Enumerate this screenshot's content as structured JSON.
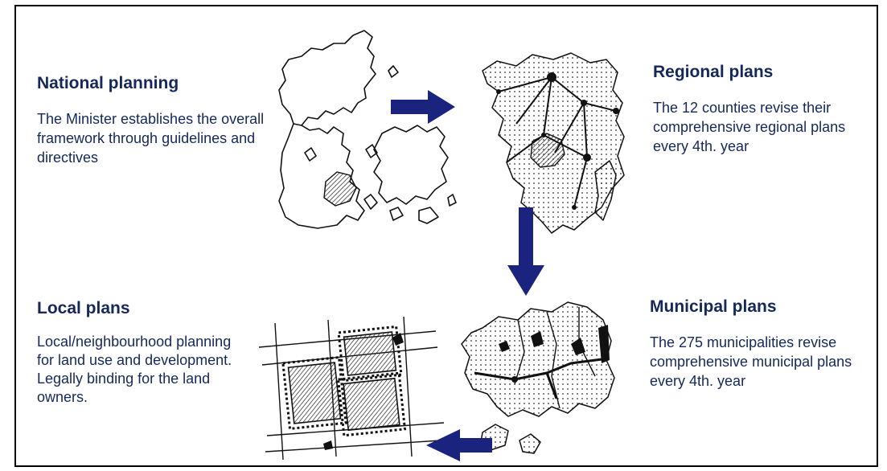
{
  "colors": {
    "text": "#14285a",
    "arrow": "#1a237e",
    "map_ink": "#111111",
    "border": "#000000"
  },
  "stages": {
    "national": {
      "title": "National planning",
      "description": "The Minister establishes the overall framework through guidelines and directives"
    },
    "regional": {
      "title": "Regional plans",
      "description": "The 12 counties revise their comprehensive regional plans every 4th. year"
    },
    "municipal": {
      "title": "Municipal plans",
      "description": "The 275 municipalities revise comprehensive municipal plans every 4th. year"
    },
    "local": {
      "title": "Local plans",
      "description": "Local/neighbourhood planning for land use and development. Legally binding for the land owners."
    }
  },
  "flow": [
    {
      "from": "national",
      "to": "regional",
      "direction": "right"
    },
    {
      "from": "regional",
      "to": "municipal",
      "direction": "down"
    },
    {
      "from": "municipal",
      "to": "local",
      "direction": "left"
    }
  ],
  "icons": {
    "national_map": "denmark-map-icon",
    "regional_map": "regional-map-icon",
    "municipal_map": "municipal-map-icon",
    "local_map": "local-plan-map-icon"
  }
}
